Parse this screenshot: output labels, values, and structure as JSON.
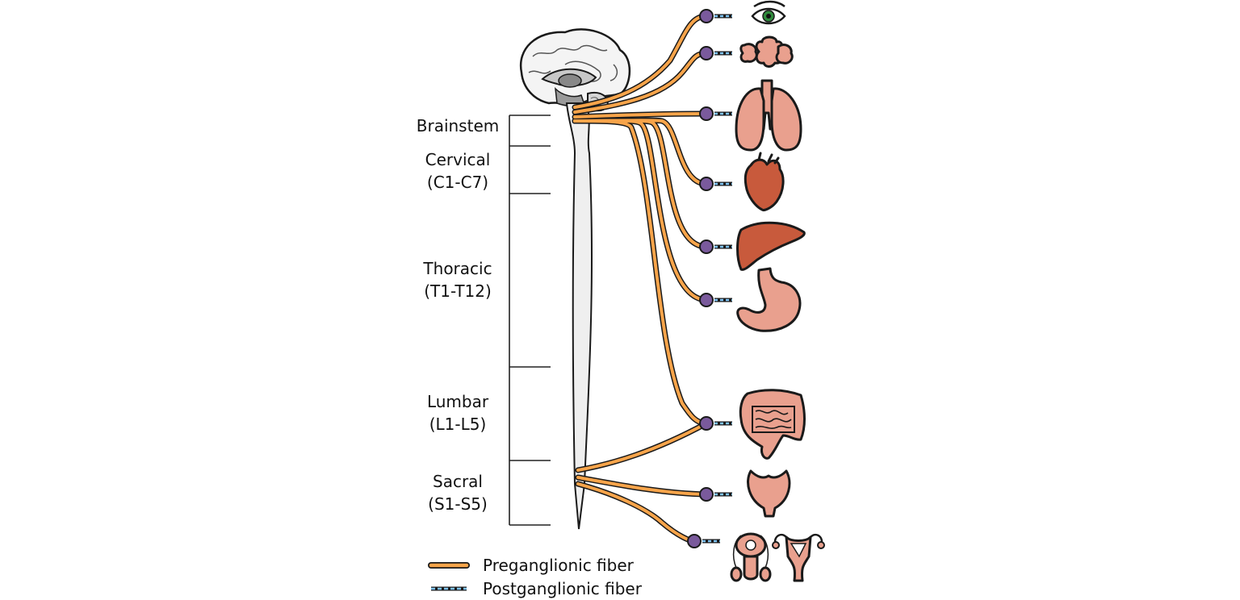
{
  "regions": [
    {
      "name": "Brainstem",
      "range": ""
    },
    {
      "name": "Cervical",
      "range": "(C1-C7)"
    },
    {
      "name": "Thoracic",
      "range": "(T1-T12)"
    },
    {
      "name": "Lumbar",
      "range": "(L1-L5)"
    },
    {
      "name": "Sacral",
      "range": "(S1-S5)"
    }
  ],
  "legend": {
    "preganglionic": "Preganglionic fiber",
    "postganglionic": "Postganglionic fiber"
  },
  "organs": [
    "eye-icon",
    "salivary-glands-icon",
    "lungs-icon",
    "heart-icon",
    "liver-icon",
    "stomach-icon",
    "intestines-icon",
    "bladder-icon",
    "reproductive-organs-icon"
  ],
  "colors": {
    "preganglionic_fill": "#f7a44a",
    "ganglion": "#7a5a9c",
    "postganglionic": "#4a9ee0",
    "organ_light": "#e9a08e",
    "organ_dark": "#c85a3c"
  }
}
